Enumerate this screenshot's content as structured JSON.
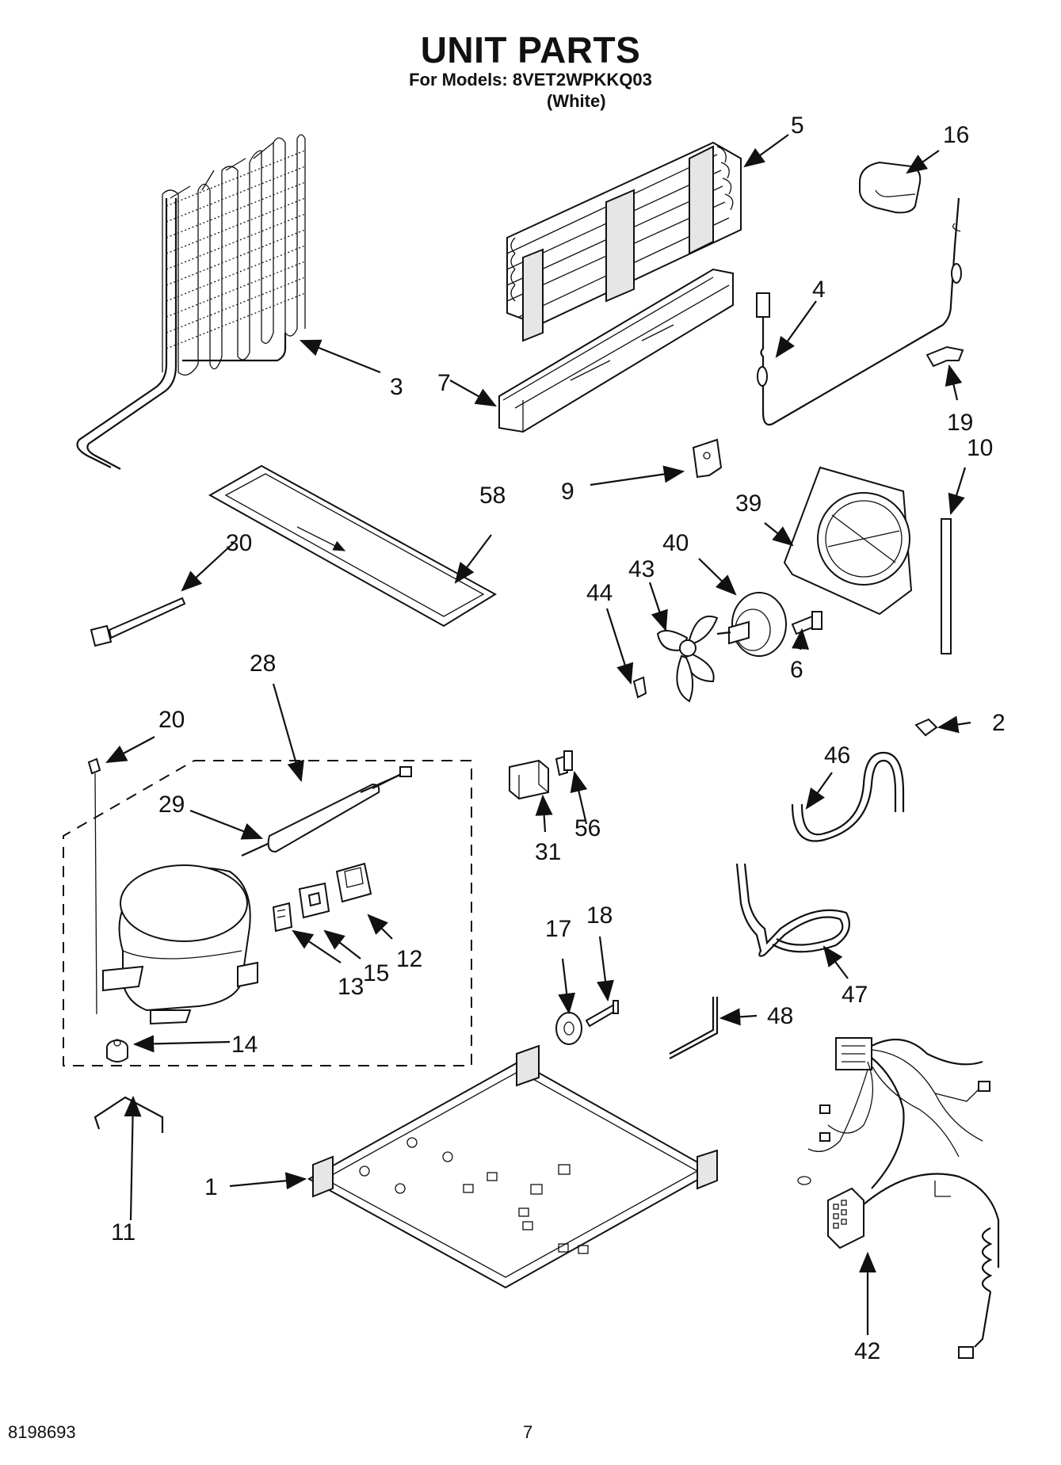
{
  "header": {
    "title": "UNIT PARTS",
    "models_line": "For Models: 8VET2WPKKQ03",
    "color_line": "(White)"
  },
  "footer": {
    "doc_number": "8198693",
    "page_number": "7"
  },
  "callouts": {
    "c1": "1",
    "c2": "2",
    "c3": "3",
    "c4": "4",
    "c5": "5",
    "c6": "6",
    "c7": "7",
    "c9": "9",
    "c10": "10",
    "c11": "11",
    "c12": "12",
    "c13": "13",
    "c14": "14",
    "c15": "15",
    "c16": "16",
    "c17": "17",
    "c18": "18",
    "c19": "19",
    "c20": "20",
    "c28": "28",
    "c29": "29",
    "c30": "30",
    "c31": "31",
    "c39": "39",
    "c40": "40",
    "c42": "42",
    "c43": "43",
    "c44": "44",
    "c46": "46",
    "c47": "47",
    "c48": "48",
    "c56": "56",
    "c58": "58"
  }
}
